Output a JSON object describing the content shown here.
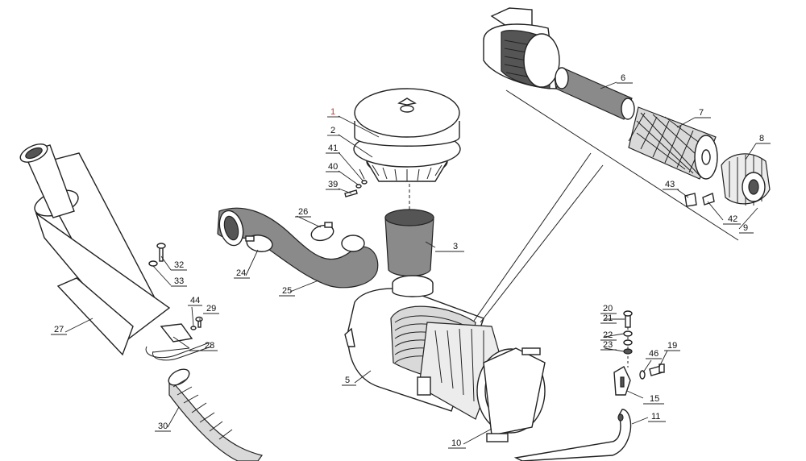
{
  "callouts": {
    "c1": "1",
    "c2": "2",
    "c3": "3",
    "c5": "5",
    "c6": "6",
    "c7": "7",
    "c8": "8",
    "c9": "9",
    "c10": "10",
    "c11": "11",
    "c15": "15",
    "c19": "19",
    "c20": "20",
    "c21": "21",
    "c22": "22",
    "c23": "23",
    "c24": "24",
    "c25": "25",
    "c26": "26",
    "c27": "27",
    "c28": "28",
    "c29": "29",
    "c30": "30",
    "c32": "32",
    "c33": "33",
    "c39": "39",
    "c40": "40",
    "c41": "41",
    "c42": "42",
    "c43": "43",
    "c44": "44",
    "c46": "46"
  },
  "colors": {
    "highlight": "#c0392b",
    "ink": "#222222",
    "hose": "#8a8a8a"
  }
}
